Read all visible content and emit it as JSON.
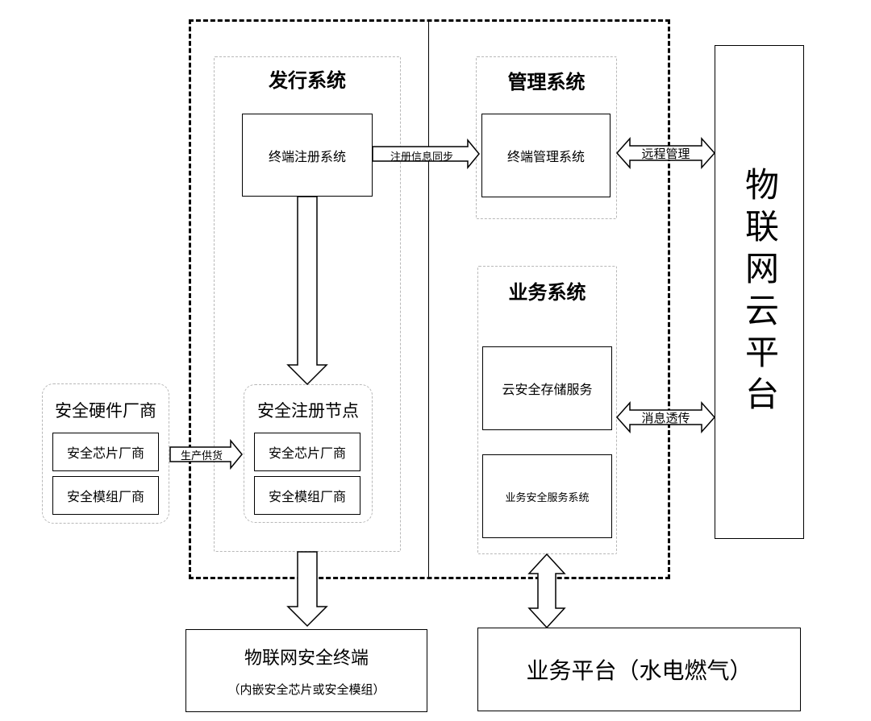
{
  "issuance_system": {
    "title": "发行系统",
    "terminal_registration": "终端注册系统",
    "security_registration_node": {
      "title": "安全注册节点",
      "items": [
        "安全芯片厂商",
        "安全模组厂商"
      ]
    }
  },
  "management_system": {
    "title": "管理系统",
    "terminal_management": "终端管理系统"
  },
  "business_system": {
    "title": "业务系统",
    "items": [
      "云安全存储服务",
      "业务安全服务系统"
    ]
  },
  "hardware_vendors": {
    "title": "安全硬件厂商",
    "items": [
      "安全芯片厂商",
      "安全模组厂商"
    ]
  },
  "iot_cloud": {
    "label": "物联网云平台"
  },
  "iot_terminal": {
    "title": "物联网安全终端",
    "subtitle": "（内嵌安全芯片或安全模组）"
  },
  "business_platform": {
    "label": "业务平台（水电燃气）"
  },
  "connectors": {
    "registration_sync": "注册信息同步",
    "remote_management": "远程管理",
    "message_passthrough": "消息透传",
    "production_supply": "生产供货"
  }
}
